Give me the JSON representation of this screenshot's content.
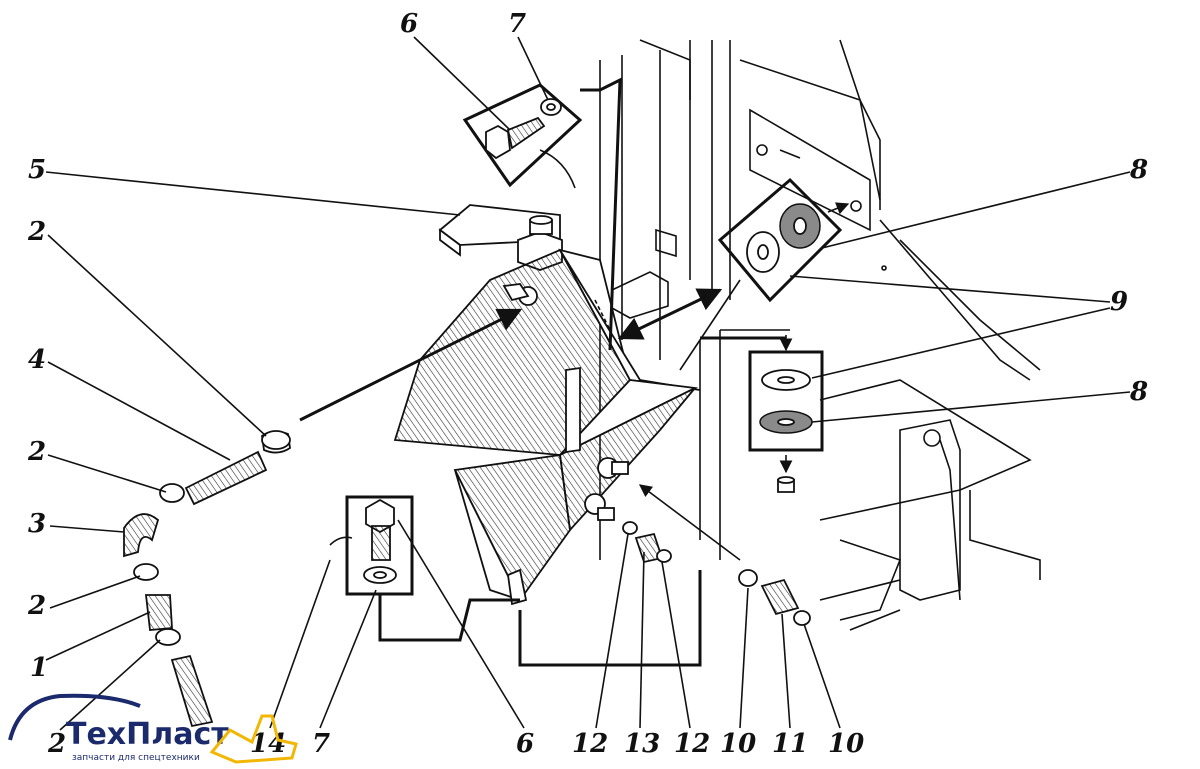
{
  "callouts": {
    "c6_top": "6",
    "c7_top": "7",
    "c5": "5",
    "c8_top": "8",
    "c2_a": "2",
    "c9": "9",
    "c4": "4",
    "c8_bottom": "8",
    "c2_b": "2",
    "c3": "3",
    "c2_c": "2",
    "c1": "1",
    "c2_d": "2",
    "c14": "14",
    "c7_bottom": "7",
    "c6_bottom": "6",
    "c12_a": "12",
    "c13": "13",
    "c12_b": "12",
    "c10_a": "10",
    "c11": "11",
    "c10_b": "10"
  },
  "logo": {
    "name_part1": "Тех",
    "name_part2": "Пласт",
    "tagline": "запчасти для спецтехники",
    "color_dark": "#1a2a6c",
    "color_accent": "#f2b705"
  },
  "colors": {
    "ink": "#111111",
    "paper": "#ffffff"
  }
}
